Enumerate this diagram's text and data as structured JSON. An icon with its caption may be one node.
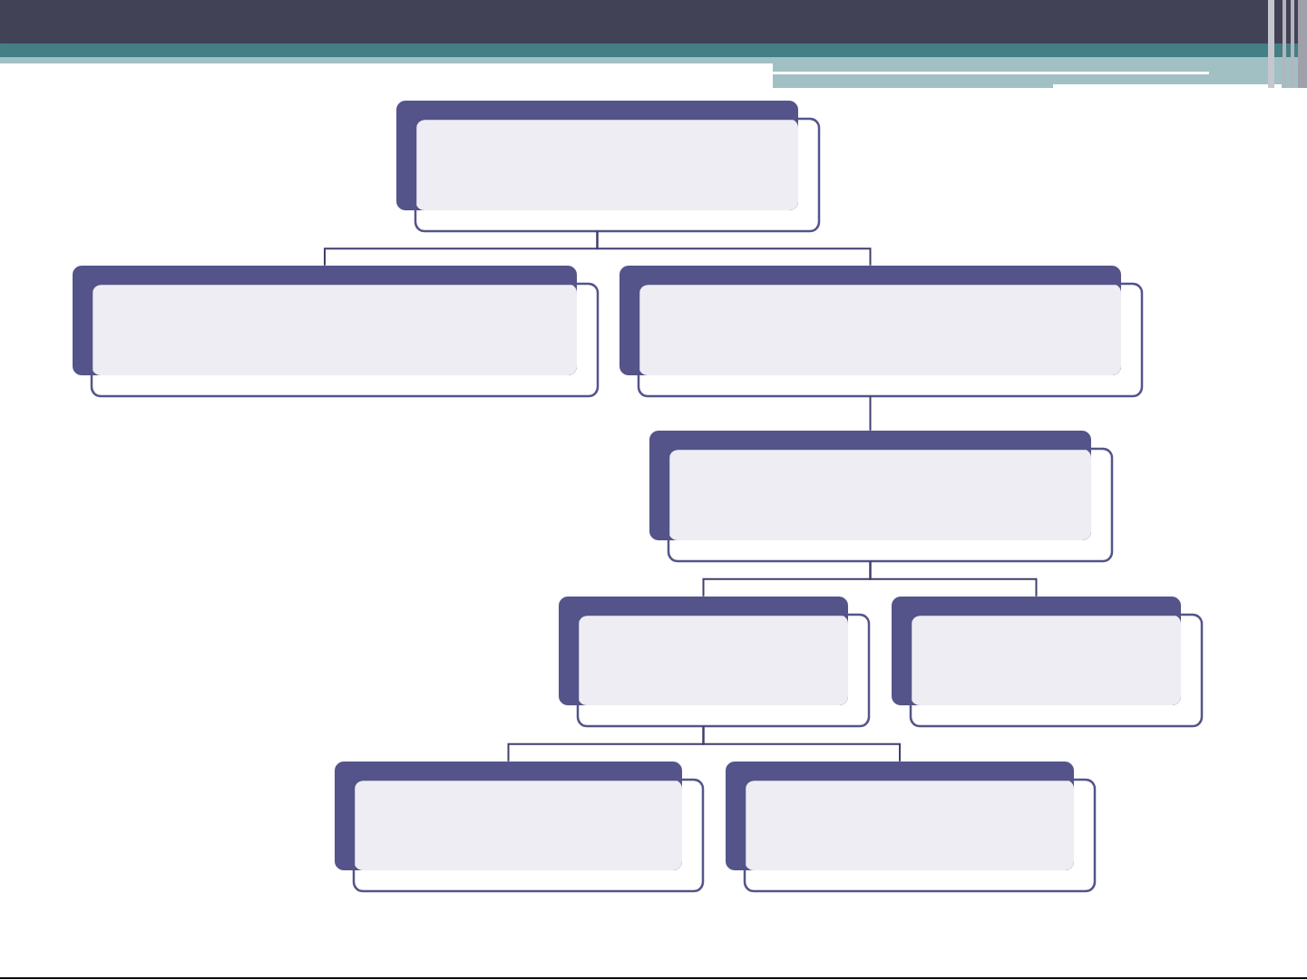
{
  "diagram": {
    "nodes": [
      {
        "text": [],
        "shape": "box"
      },
      {
        "text": [],
        "shape": "box"
      },
      {
        "text": [],
        "shape": "box"
      },
      {
        "text": [],
        "shape": "box"
      },
      {
        "text": [],
        "shape": "box"
      },
      {
        "text": [],
        "shape": "box"
      },
      {
        "text": [],
        "shape": "box"
      },
      {
        "text": [],
        "shape": "box"
      }
    ],
    "edges": [
      {
        "from": 0,
        "to": 1,
        "arrow": "none"
      },
      {
        "from": 0,
        "to": 2,
        "arrow": "none"
      },
      {
        "from": 2,
        "to": 3,
        "arrow": "none"
      },
      {
        "from": 3,
        "to": 4,
        "arrow": "none"
      },
      {
        "from": 3,
        "to": 5,
        "arrow": "none"
      },
      {
        "from": 4,
        "to": 6,
        "arrow": "none"
      },
      {
        "from": 4,
        "to": 7,
        "arrow": "none"
      }
    ]
  }
}
